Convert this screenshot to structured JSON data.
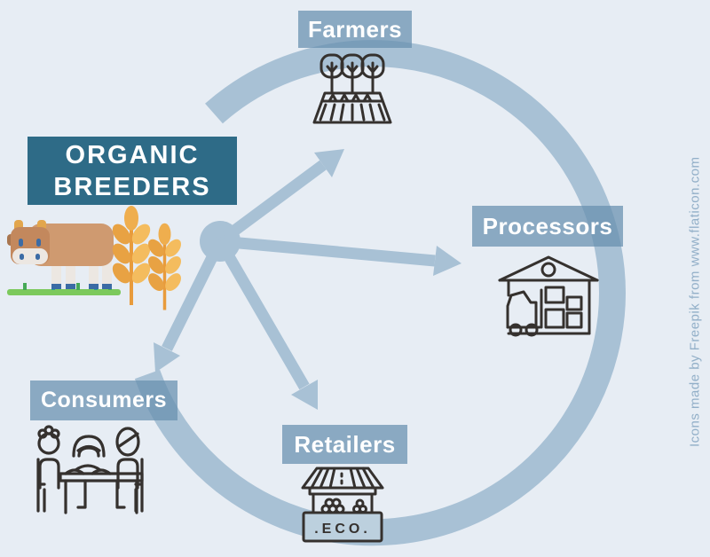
{
  "colors": {
    "background": "#e7edf4",
    "flow_blue": "#a8c1d5",
    "node_label_blue": "#668faf",
    "center_box_teal": "#2e6b87",
    "icon_stroke": "#35312e",
    "eco_sign_fill": "#bcd0de",
    "attribution_text": "#92afc8"
  },
  "center": {
    "line1": "ORGANIC",
    "line2": "BREEDERS",
    "icons": [
      "cow-icon",
      "wheat-icon",
      "wheat-icon"
    ]
  },
  "nodes": {
    "farmers": {
      "label": "Farmers",
      "icon": "farm-field-trees-icon"
    },
    "processors": {
      "label": "Processors",
      "icon": "warehouse-forklift-icon"
    },
    "retailers": {
      "label": "Retailers",
      "icon": "market-stall-icon",
      "sign": ".ECO."
    },
    "consumers": {
      "label": "Consumers",
      "icon": "family-dining-icon"
    }
  },
  "diagram": {
    "type": "cycle",
    "center_node": "ORGANIC BREEDERS",
    "arrows_from_center": [
      "Farmers",
      "Processors",
      "Retailers",
      "Consumers"
    ],
    "cycle_order": [
      "Farmers",
      "Processors",
      "Retailers",
      "Consumers"
    ]
  },
  "attribution": {
    "text": "Icons made by Freepik from www.flaticon.com"
  }
}
